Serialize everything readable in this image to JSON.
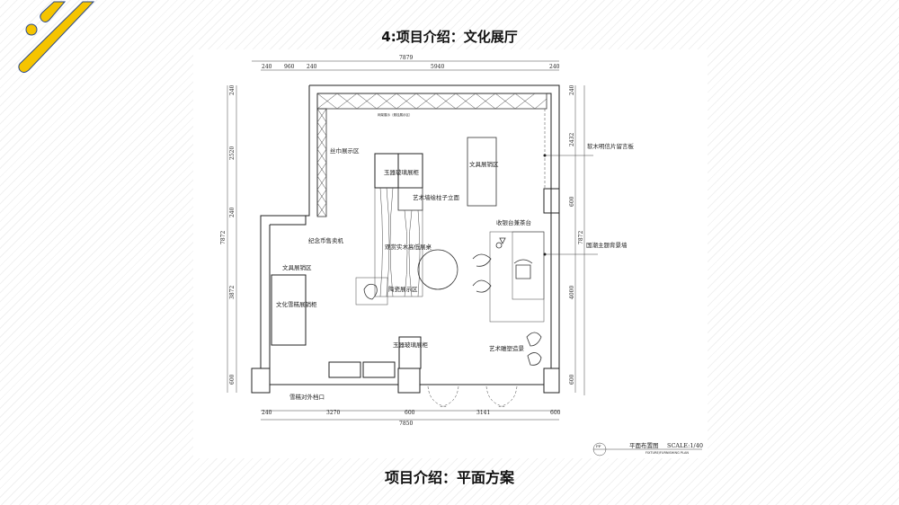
{
  "slide": {
    "title": "4:项目介绍：文化展厅",
    "caption": "项目介绍：平面方案",
    "accent_color": "#f5c400",
    "accent_outline": "#2a4a8a"
  },
  "plan": {
    "labels": {
      "truss_note": "网架展示（悬挂展示区）",
      "scarf_area": "丝巾展示区",
      "jade_cabinet_top": "玉器玻璃展柜",
      "stationery_right": "文具展销区",
      "art_pillar": "艺术墙绘柱子立面",
      "cashier": "收银台兼茶台",
      "coin_machine": "纪念币售卖机",
      "stationery_left": "文具展销区",
      "wood_table": "观赏实木高低展桌",
      "ceramic": "陶瓷展示区",
      "icecream_cabinet": "文化雪糕展销柜",
      "jade_cabinet_bottom": "玉器玻璃展柜",
      "sculpture": "艺术雕塑造景",
      "icecream_window": "雪糕对外档口",
      "cork_board": "软木明信片留言板",
      "feature_wall": "国潮主题背景墙"
    },
    "dims_top": {
      "total": "7879",
      "a": "240",
      "b": "960",
      "c": "240",
      "d": "5940",
      "e": "240"
    },
    "dims_bottom": {
      "total": "7850",
      "a": "240",
      "b": "3270",
      "c": "600",
      "d": "3141",
      "e": "600"
    },
    "dims_left": {
      "total": "7872",
      "a": "240",
      "b": "2520",
      "c": "240",
      "d": "3872",
      "e": "600"
    },
    "dims_right": {
      "total": "7872",
      "a": "240",
      "b": "2432",
      "c": "600",
      "d": "4000",
      "e": "600"
    },
    "title_block": {
      "name": "平面布置图",
      "scale": "SCALE:1/40",
      "subtitle": "FIXTURE/FURNISHING PLAN",
      "symbol": "FF"
    }
  }
}
